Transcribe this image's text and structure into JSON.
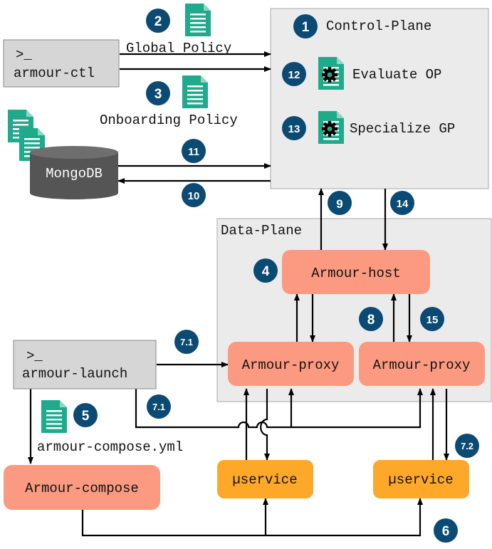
{
  "colors": {
    "badge": "#0b4a73",
    "panel": "#ebebeb",
    "panel_border": "#aaaaaa",
    "cli_box": "#d6d6d6",
    "armour_node": "#fb9a80",
    "service_node": "#fda829",
    "db": "#555555",
    "doc_icon": "#1faa8c",
    "arrow": "#000000"
  },
  "control_plane": {
    "title": "Control-Plane",
    "badge": "1",
    "evaluate": {
      "badge": "12",
      "label": "Evaluate OP"
    },
    "specialize": {
      "badge": "13",
      "label": "Specialize GP"
    }
  },
  "data_plane": {
    "title": "Data-Plane"
  },
  "cli": {
    "ctl": {
      "prompt": ">_",
      "name": "armour-ctl"
    },
    "launch": {
      "prompt": ">_",
      "name": "armour-launch"
    }
  },
  "policies": {
    "global": {
      "badge": "2",
      "label": "Global Policy"
    },
    "onboarding": {
      "badge": "3",
      "label": "Onboarding Policy"
    }
  },
  "mongodb": {
    "label": "MongoDB"
  },
  "host": {
    "badge": "4",
    "label": "Armour-host"
  },
  "proxy_left": {
    "label": "Armour-proxy"
  },
  "proxy_right": {
    "label": "Armour-proxy"
  },
  "compose_file": {
    "badge": "5",
    "label": "armour-compose.yml"
  },
  "compose": {
    "label": "Armour-compose"
  },
  "service_left": {
    "label": "µservice"
  },
  "service_right": {
    "label": "µservice"
  },
  "steps": {
    "s6": "6",
    "s71a": "7.1",
    "s71b": "7.1",
    "s72": "7.2",
    "s8": "8",
    "s9": "9",
    "s10": "10",
    "s11": "11",
    "s14": "14",
    "s15": "15"
  }
}
